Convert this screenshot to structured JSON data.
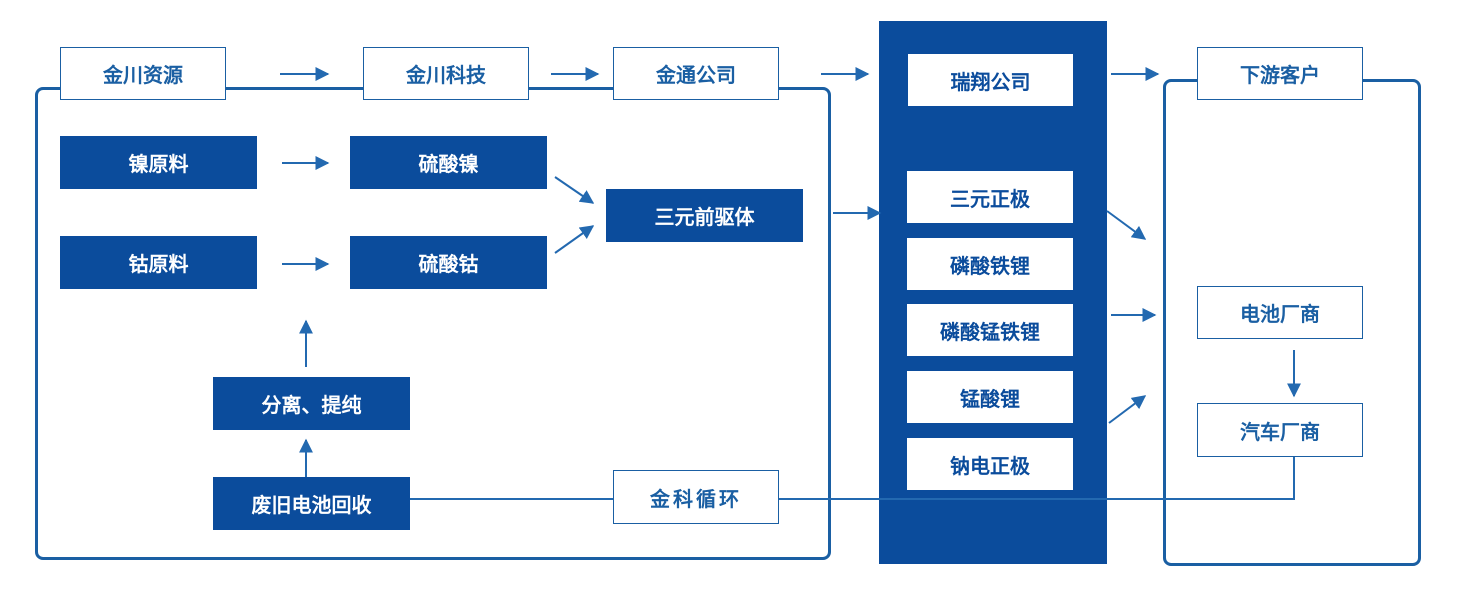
{
  "colors": {
    "primary": "#0b4c9c",
    "line": "#1a5fa3",
    "arrow": "#2369b0",
    "background": "#ffffff"
  },
  "nodes": {
    "jinchuan_resources": "金川资源",
    "jinchuan_tech": "金川科技",
    "jintong_company": "金通公司",
    "ruixiang_company": "瑞翔公司",
    "downstream_customers": "下游客户",
    "nickel_raw": "镍原料",
    "nickel_sulfate": "硫酸镍",
    "cobalt_raw": "钴原料",
    "cobalt_sulfate": "硫酸钴",
    "ternary_precursor": "三元前驱体",
    "separation_purification": "分离、提纯",
    "battery_recycling": "废旧电池回收",
    "jinke_recycling": "金科循环",
    "ternary_cathode": "三元正极",
    "lfp": "磷酸铁锂",
    "lmfp": "磷酸锰铁锂",
    "lmo": "锰酸锂",
    "sodium_cathode": "钠电正极",
    "battery_maker": "电池厂商",
    "automaker": "汽车厂商"
  }
}
